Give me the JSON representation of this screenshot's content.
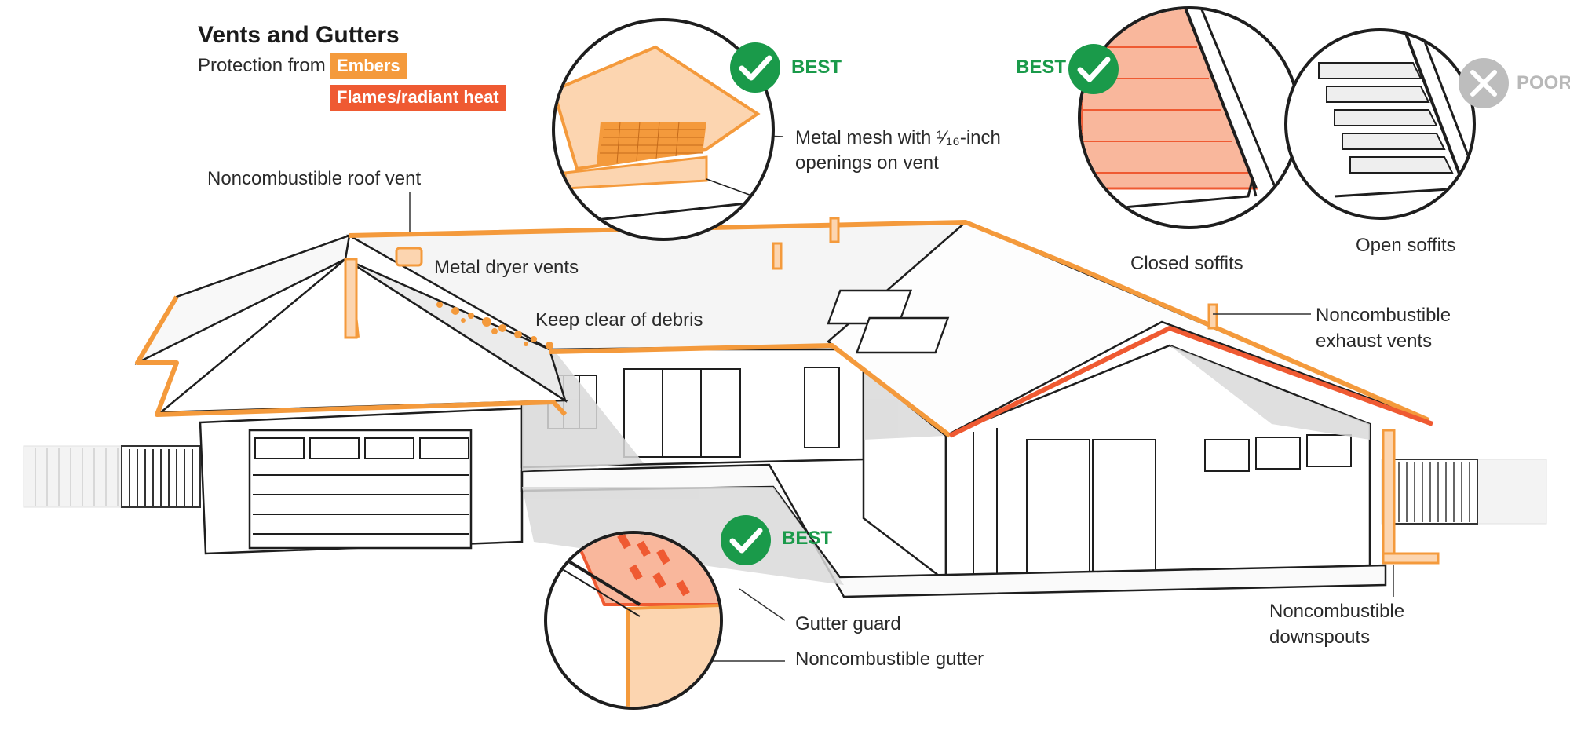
{
  "title": "Vents and Gutters",
  "subtitle": "Protection from",
  "legend": {
    "embers": "Embers",
    "flames": "Flames/radiant heat"
  },
  "colors": {
    "embers": "#f49a3c",
    "flames": "#ef5a32",
    "embers_fill": "#fcd5b0",
    "flames_fill": "#f9b79c",
    "best": "#1a9a4a",
    "poor": "#bdbdbd",
    "line": "#1e1e1e",
    "shadow": "#d9d9d9"
  },
  "badges": {
    "best_label": "BEST",
    "poor_label": "POOR"
  },
  "labels": {
    "roof_vent": "Noncombustible roof vent",
    "dryer_vents": "Metal dryer vents",
    "debris": "Keep clear of debris",
    "mesh_line1": "Metal mesh with ¹⁄₁₆-inch",
    "mesh_line2": "openings on vent",
    "closed_soffits": "Closed soffits",
    "open_soffits": "Open soffits",
    "exhaust_line1": "Noncombustible",
    "exhaust_line2": "exhaust vents",
    "downspouts_line1": "Noncombustible",
    "downspouts_line2": "downspouts",
    "gutter_guard": "Gutter guard",
    "gutter": "Noncombustible gutter"
  },
  "icons": {
    "check": "check-circle-icon",
    "cross": "x-circle-icon"
  }
}
